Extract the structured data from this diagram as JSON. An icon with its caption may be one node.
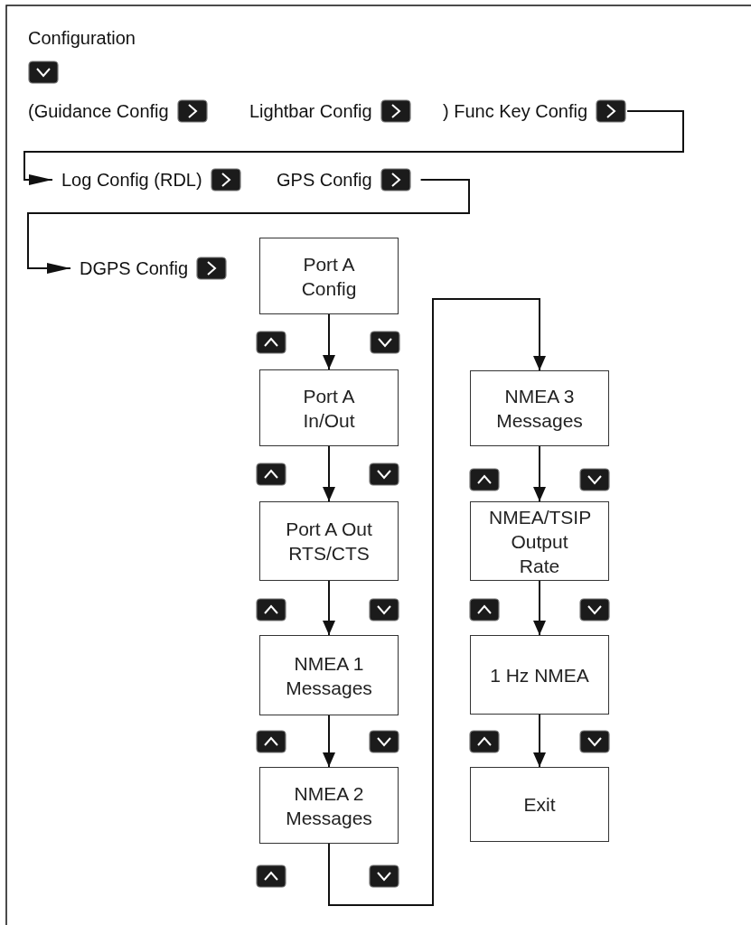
{
  "diagram": {
    "nodes": [
      {
        "text": [
          "(Guidance Config"
        ]
      },
      {
        "text": [
          "Lightbar Config"
        ]
      },
      {
        "text": [
          ") Func Key Config"
        ]
      },
      {
        "text": [
          "Log Config (RDL)"
        ]
      },
      {
        "text": [
          "GPS Config"
        ]
      },
      {
        "text": [
          "DGPS Config"
        ]
      },
      {
        "text": [
          "Port A Config"
        ]
      },
      {
        "text": [
          "Port A In/Out"
        ]
      },
      {
        "text": [
          "Port A Out RTS/CTS"
        ]
      },
      {
        "text": [
          "NMEA 1 Messages"
        ]
      },
      {
        "text": [
          "NMEA 2 Messages"
        ]
      },
      {
        "text": [
          "NMEA 3 Messages"
        ]
      },
      {
        "text": [
          "NMEA/TSIP Output Rate"
        ]
      },
      {
        "text": [
          "1 Hz NMEA"
        ]
      },
      {
        "text": [
          "Exit"
        ]
      }
    ],
    "edges": [
      {
        "from": 2,
        "to": 3,
        "arrow": "to"
      },
      {
        "from": 4,
        "to": 5,
        "arrow": "to"
      },
      {
        "from": 6,
        "to": 7,
        "arrow": "to"
      },
      {
        "from": 7,
        "to": 8,
        "arrow": "to"
      },
      {
        "from": 8,
        "to": 9,
        "arrow": "to"
      },
      {
        "from": 9,
        "to": 10,
        "arrow": "to"
      },
      {
        "from": 10,
        "to": 11,
        "arrow": "to"
      },
      {
        "from": 11,
        "to": 12,
        "arrow": "to"
      },
      {
        "from": 12,
        "to": 13,
        "arrow": "to"
      },
      {
        "from": 13,
        "to": 14,
        "arrow": "to"
      }
    ],
    "labels": [
      "Configuration"
    ]
  }
}
